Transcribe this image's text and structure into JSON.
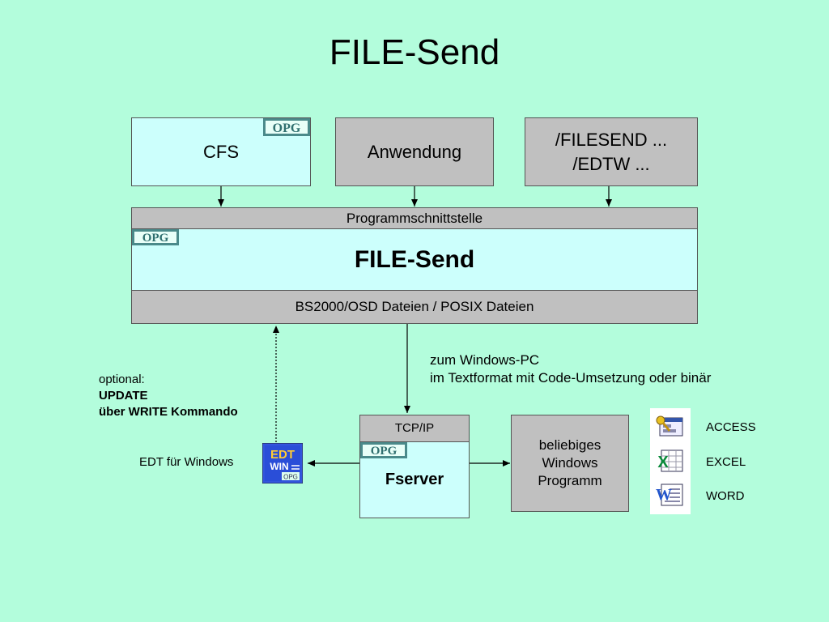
{
  "title": "FILE-Send",
  "top_boxes": {
    "cfs": "CFS",
    "anwendung": "Anwendung",
    "filesend_line1": "/FILESEND ...",
    "filesend_line2": "/EDTW ..."
  },
  "main_block": {
    "interface": "Programmschnittstelle",
    "name": "FILE-Send",
    "files": "BS2000/OSD Dateien /  POSIX Dateien"
  },
  "transfer_note": {
    "line1": "zum Windows-PC",
    "line2": "im Textformat mit Code-Umsetzung oder binär"
  },
  "optional_note": {
    "line1": "optional:",
    "line2": "UPDATE",
    "line3": "über WRITE Kommando"
  },
  "edt_label": "EDT für Windows",
  "edt_icon": {
    "line1": "EDT",
    "line2": "WIN",
    "line3": "OPG"
  },
  "fserver": {
    "protocol": "TCP/IP",
    "name": "Fserver"
  },
  "program_box": {
    "line1": "beliebiges",
    "line2": "Windows",
    "line3": "Programm"
  },
  "apps": [
    "ACCESS",
    "EXCEL",
    "WORD"
  ],
  "logo_text": "OPG",
  "colors": {
    "background": "#b3fddc",
    "light_box": "#ccfffc",
    "gray_box": "#c0c0c0",
    "logo": "#4a8a8a"
  }
}
